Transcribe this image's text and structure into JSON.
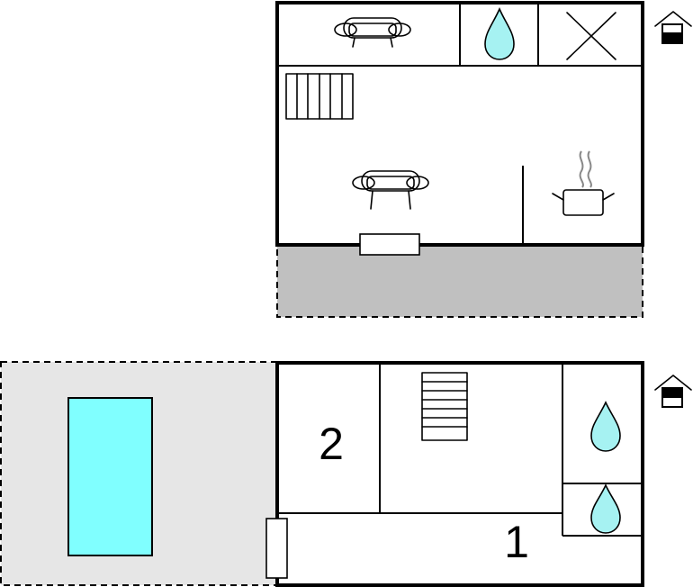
{
  "floors": [
    {
      "name": "upper-floor",
      "floor_icon": "house-floor-upper-icon",
      "icons": [
        "armchair-icon",
        "water-drop-icon",
        "cross-icon",
        "radiator-icon",
        "armchair-icon",
        "cooking-pot-icon"
      ],
      "terrace_color": "#c0c0c0"
    },
    {
      "name": "ground-floor",
      "floor_icon": "house-floor-ground-icon",
      "rooms": [
        {
          "label": "2"
        },
        {
          "label": "1"
        }
      ],
      "icons": [
        "stairs-icon",
        "water-drop-icon",
        "water-drop-icon",
        "pool-icon"
      ],
      "garden_color": "#e6e6e6",
      "pool_color": "#80ffff"
    }
  ],
  "colors": {
    "water": "#a6f2f2",
    "wall": "#000000"
  }
}
